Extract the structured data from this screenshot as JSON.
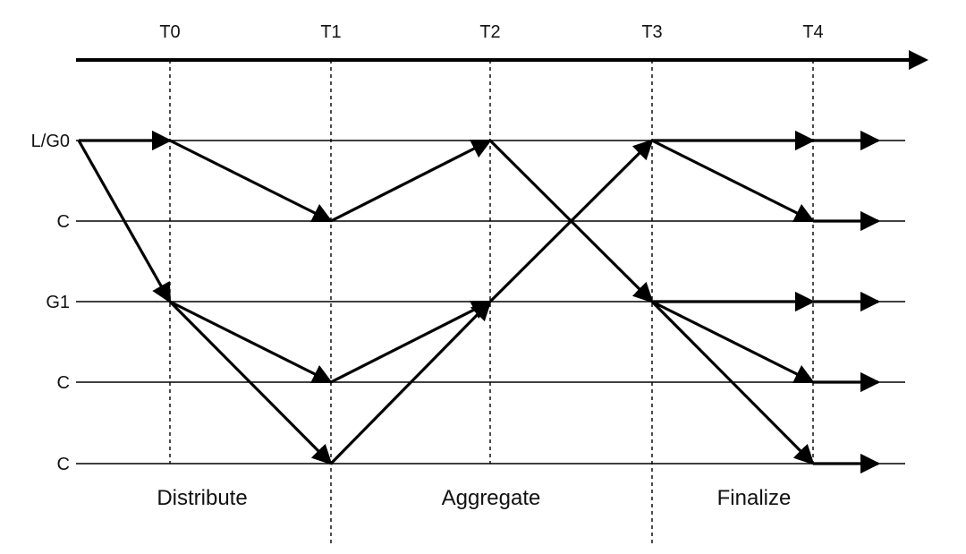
{
  "diagram": {
    "time_labels": [
      "T0",
      "T1",
      "T2",
      "T3",
      "T4"
    ],
    "row_labels": [
      "L/G0",
      "C",
      "G1",
      "C",
      "C"
    ],
    "phase_labels": [
      "Distribute",
      "Aggregate",
      "Finalize"
    ],
    "edges": [
      {
        "from": [
          -1,
          0
        ],
        "to": [
          0,
          0
        ]
      },
      {
        "from": [
          -1,
          0
        ],
        "to": [
          0,
          2
        ]
      },
      {
        "from": [
          0,
          0
        ],
        "to": [
          1,
          1
        ]
      },
      {
        "from": [
          0,
          2
        ],
        "to": [
          1,
          3
        ]
      },
      {
        "from": [
          0,
          2
        ],
        "to": [
          1,
          4
        ]
      },
      {
        "from": [
          1,
          1
        ],
        "to": [
          2,
          0
        ]
      },
      {
        "from": [
          1,
          3
        ],
        "to": [
          2,
          2
        ]
      },
      {
        "from": [
          1,
          4
        ],
        "to": [
          2,
          2
        ]
      },
      {
        "from": [
          2,
          0
        ],
        "to": [
          3,
          2
        ]
      },
      {
        "from": [
          2,
          2
        ],
        "to": [
          3,
          0
        ]
      },
      {
        "from": [
          3,
          0
        ],
        "to": [
          4,
          0
        ]
      },
      {
        "from": [
          3,
          0
        ],
        "to": [
          4,
          1
        ]
      },
      {
        "from": [
          3,
          2
        ],
        "to": [
          4,
          2
        ]
      },
      {
        "from": [
          3,
          2
        ],
        "to": [
          4,
          3
        ]
      },
      {
        "from": [
          3,
          2
        ],
        "to": [
          4,
          4
        ]
      },
      {
        "from": [
          4,
          0
        ],
        "to": [
          5,
          0
        ]
      },
      {
        "from": [
          4,
          1
        ],
        "to": [
          5,
          1
        ]
      },
      {
        "from": [
          4,
          2
        ],
        "to": [
          5,
          2
        ]
      },
      {
        "from": [
          4,
          3
        ],
        "to": [
          5,
          3
        ]
      },
      {
        "from": [
          4,
          4
        ],
        "to": [
          5,
          4
        ]
      }
    ]
  }
}
